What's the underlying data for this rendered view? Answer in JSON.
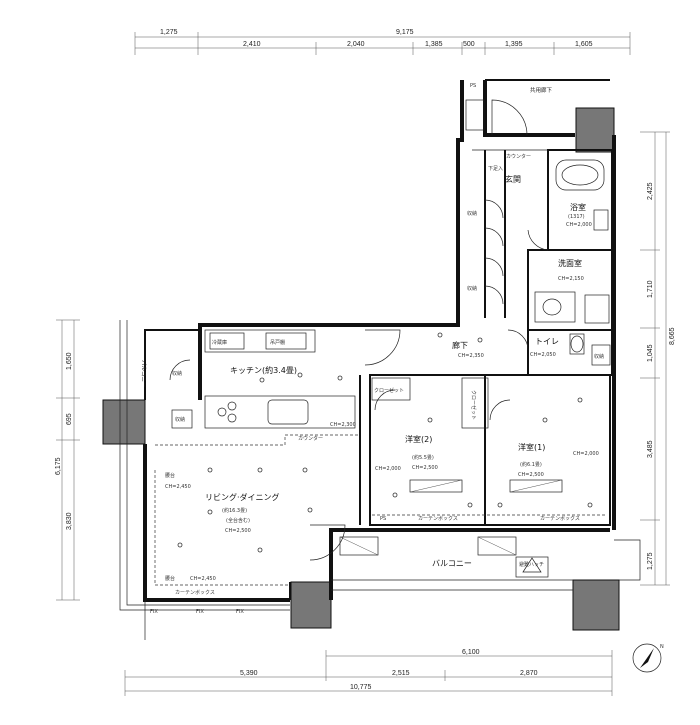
{
  "dims_top_total": "9,175",
  "dims_top_left": "1,275",
  "dims_top": [
    "2,410",
    "2,040",
    "1,385",
    "500",
    "1,395",
    "1,605"
  ],
  "dims_bottom_mid": "6,100",
  "dims_bottom": [
    "5,390",
    "2,515",
    "2,870"
  ],
  "dims_bottom_total": "10,775",
  "dims_right_total": "8,665",
  "dims_right": [
    "2,425",
    "1,710",
    "1,045",
    "3,485",
    "1,275"
  ],
  "dims_left_total": "6,175",
  "dims_left": [
    "1,650",
    "695",
    "3,830"
  ],
  "rooms": {
    "corridor_common": "共用廊下",
    "entrance": "玄関",
    "bath": "浴室",
    "bath_size": "(1317)",
    "bath_ch": "CH=2,000",
    "washroom": "洗面室",
    "washroom_ch": "CH=2,150",
    "toilet": "トイレ",
    "toilet_ch": "CH=2,050",
    "hallway": "廊下",
    "hallway_ch": "CH=2,350",
    "kitchen": "キッチン(約3.4畳)",
    "kitchen_ch": "CH=2,300",
    "kitchen_ch2": "CH=2,300",
    "living": "リビング·ダイニング",
    "living_size": "(約16.3畳)",
    "living_sub": "(全台含む)",
    "living_ch": "CH=2,500",
    "living_ch2": "CH=2,450",
    "living_ch3": "CH=2,450",
    "bed2": "洋室(2)",
    "bed2_size": "(約5.5畳)",
    "bed2_ch": "CH=2,500",
    "bed1": "洋室(1)",
    "bed1_size": "(約6.1畳)",
    "bed1_ch": "CH=2,500",
    "bed1_ch2": "CH=2,000",
    "balcony": "バルコニー",
    "balcony_w": "バルコニー",
    "curtain_box": "カーテンボックス",
    "counter": "カウンター",
    "storage": "収納",
    "ps": "PS",
    "fix": "FIX",
    "shoes": "下足入",
    "closet": "クローゼット",
    "counter_low": "カウンター",
    "shelf": "吊戸棚",
    "fridge": "冷蔵庫",
    "bench": "腰台",
    "hatch": "避難ハッチ",
    "trunk": "トランクルーム"
  },
  "compass_label": "N"
}
